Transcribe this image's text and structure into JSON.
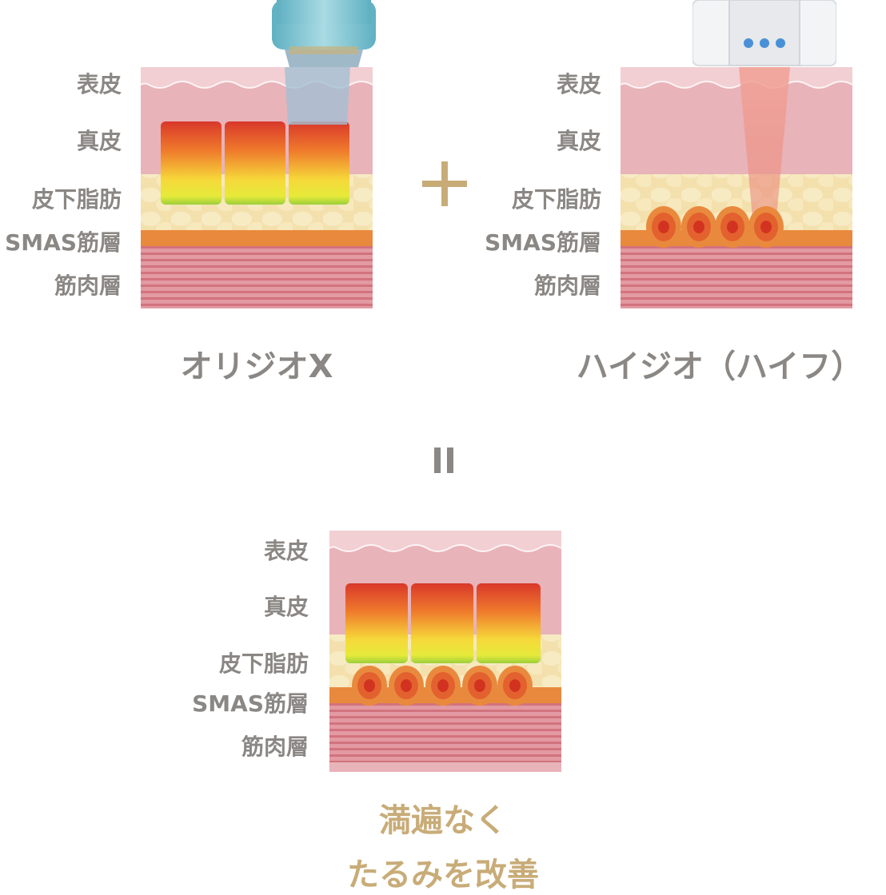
{
  "layers": [
    "表皮",
    "真皮",
    "皮下脂肪",
    "SMAS筋層",
    "筋肉層"
  ],
  "captions": {
    "left": "オリジオX",
    "right": "ハイジオ（ハイフ）"
  },
  "operators": {
    "plus": "+",
    "equals": "="
  },
  "result": {
    "line1": "満遍なく",
    "line2": "たるみを改善"
  },
  "colors": {
    "label_gray": "#8a8784",
    "accent_gold": "#c8ac78",
    "epidermis": "#f2cfd3",
    "dermis": "#e8b3b9",
    "fat": "#f3e0ad",
    "smas": "#e9893d",
    "muscle": "#d97d86"
  }
}
